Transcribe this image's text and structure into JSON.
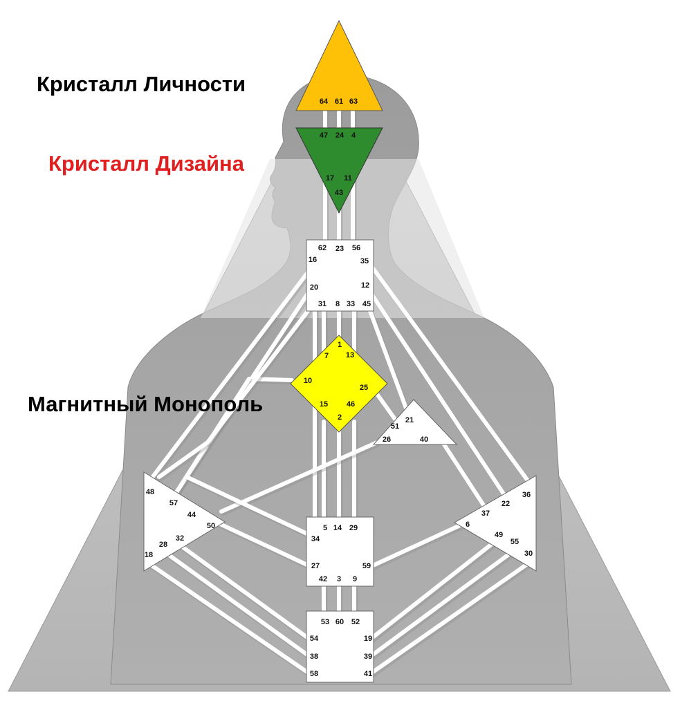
{
  "labels": {
    "personality_crystal": "Кристалл Личности",
    "design_crystal": "Кристалл Дизайна",
    "magnetic_monopole": "Магнитный Монополь"
  },
  "colors": {
    "personality_crystal": "#000000",
    "design_crystal": "#e02020",
    "magnetic_monopole": "#000000",
    "head_center": "#ffc107",
    "ajna_center": "#2e8b2e",
    "g_center": "#ffff00",
    "silhouette": "#a6a6a6",
    "pyramid": "#b8b8b8",
    "channel": "#ffffff"
  },
  "centers": {
    "head": {
      "gates": [
        "64",
        "61",
        "63"
      ]
    },
    "ajna": {
      "gates": [
        "47",
        "24",
        "4",
        "17",
        "11",
        "43"
      ]
    },
    "throat": {
      "gates": [
        "62",
        "23",
        "56",
        "16",
        "35",
        "20",
        "12",
        "31",
        "8",
        "33",
        "45"
      ]
    },
    "g": {
      "gates": [
        "1",
        "7",
        "13",
        "10",
        "25",
        "15",
        "46",
        "2"
      ]
    },
    "heart": {
      "gates": [
        "51",
        "21",
        "26",
        "40"
      ]
    },
    "spleen": {
      "gates": [
        "48",
        "57",
        "44",
        "50",
        "32",
        "28",
        "18"
      ]
    },
    "sacral": {
      "gates": [
        "5",
        "14",
        "29",
        "34",
        "27",
        "59",
        "42",
        "3",
        "9"
      ]
    },
    "solar_plexus": {
      "gates": [
        "36",
        "22",
        "37",
        "6",
        "49",
        "55",
        "30"
      ]
    },
    "root": {
      "gates": [
        "53",
        "60",
        "52",
        "54",
        "19",
        "38",
        "39",
        "58",
        "41"
      ]
    }
  }
}
